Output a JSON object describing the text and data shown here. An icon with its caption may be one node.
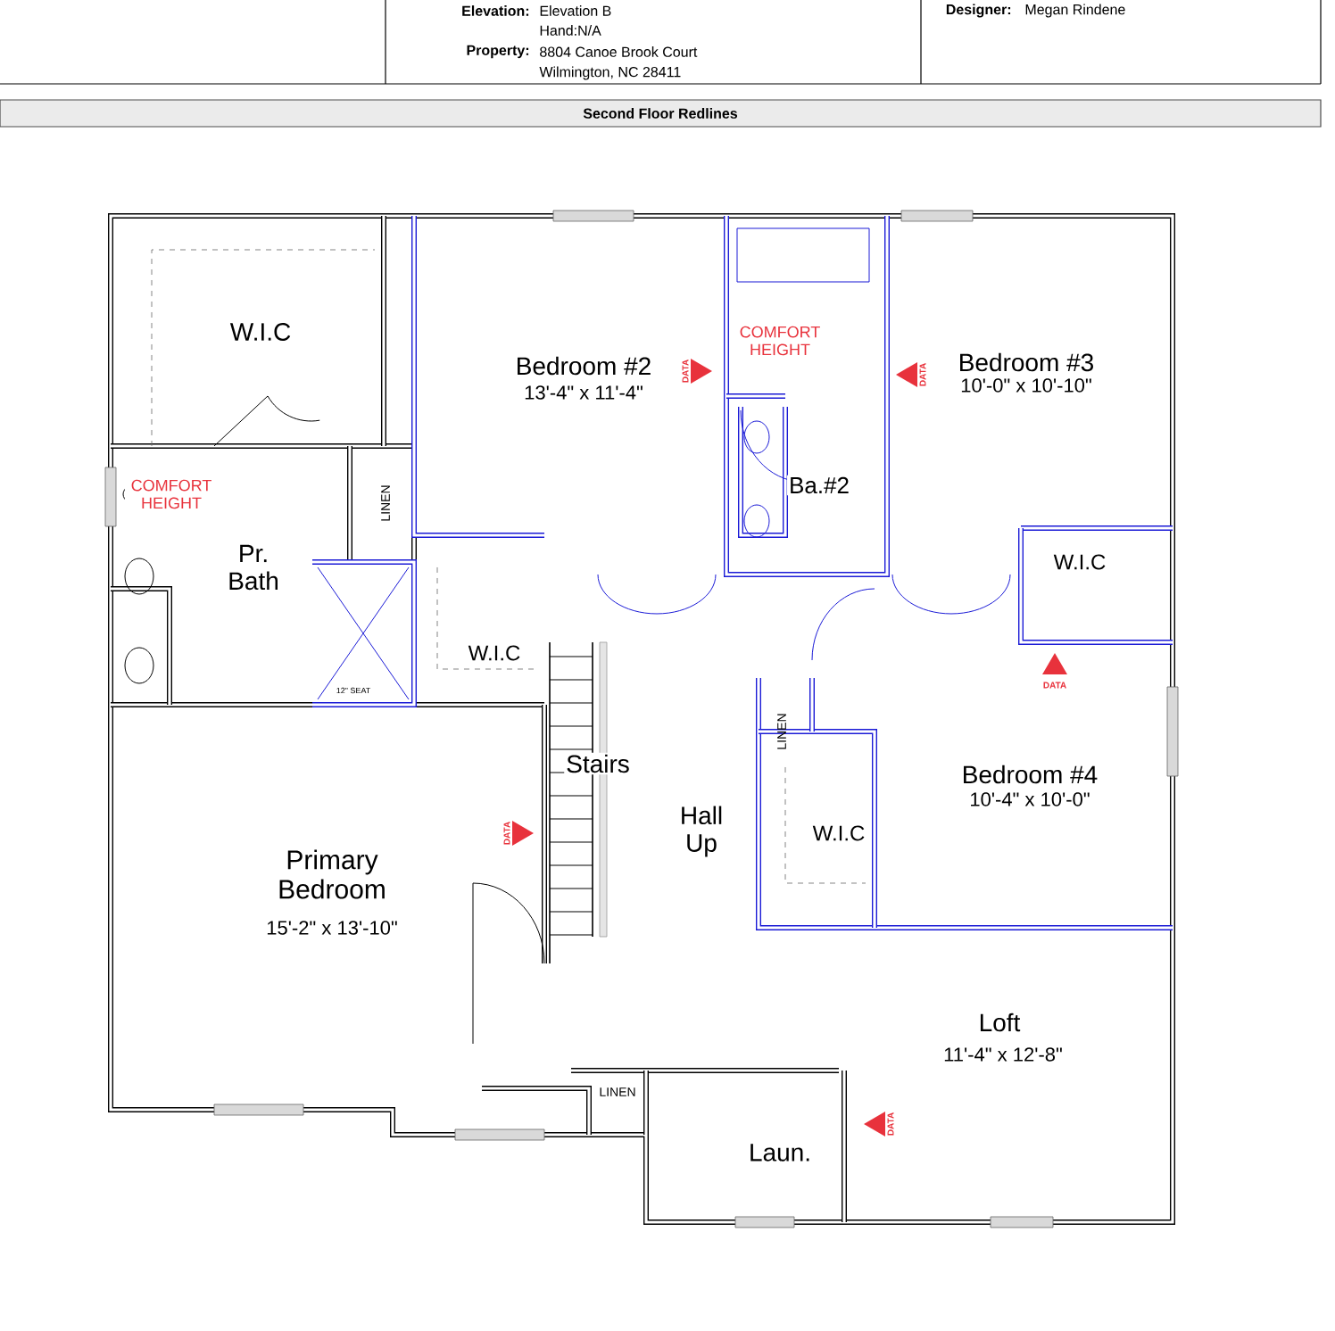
{
  "diagram": {
    "title": "Second Floor Redlines",
    "labels": [
      "Elevation:",
      "Elevation B",
      "Hand:N/A",
      "Property:",
      "8804 Canoe Brook Court",
      "Wilmington, NC 28411",
      "Designer:",
      "Megan Rindene",
      "W.I.C",
      "Bedroom #2",
      "13'-4\" x 11'-4\"",
      "DATA",
      "COMFORT HEIGHT",
      "DATA",
      "Bedroom #3",
      "10'-0\" x 10'-10\"",
      "COMFORT HEIGHT",
      "LINEN",
      "Ba.#2",
      "Pr. Bath",
      "W.I.C",
      "12\" SEAT",
      "W.I.C",
      "DATA",
      "LINEN",
      "Stairs",
      "Bedroom #4",
      "10'-4\" x 10'-0\"",
      "Hall Up",
      "DATA",
      "W.I.C",
      "Primary Bedroom",
      "15'-2\" x 13'-10\"",
      "Loft",
      "11'-4\" x 12'-8\"",
      "LINEN",
      "DATA",
      "Laun."
    ]
  }
}
